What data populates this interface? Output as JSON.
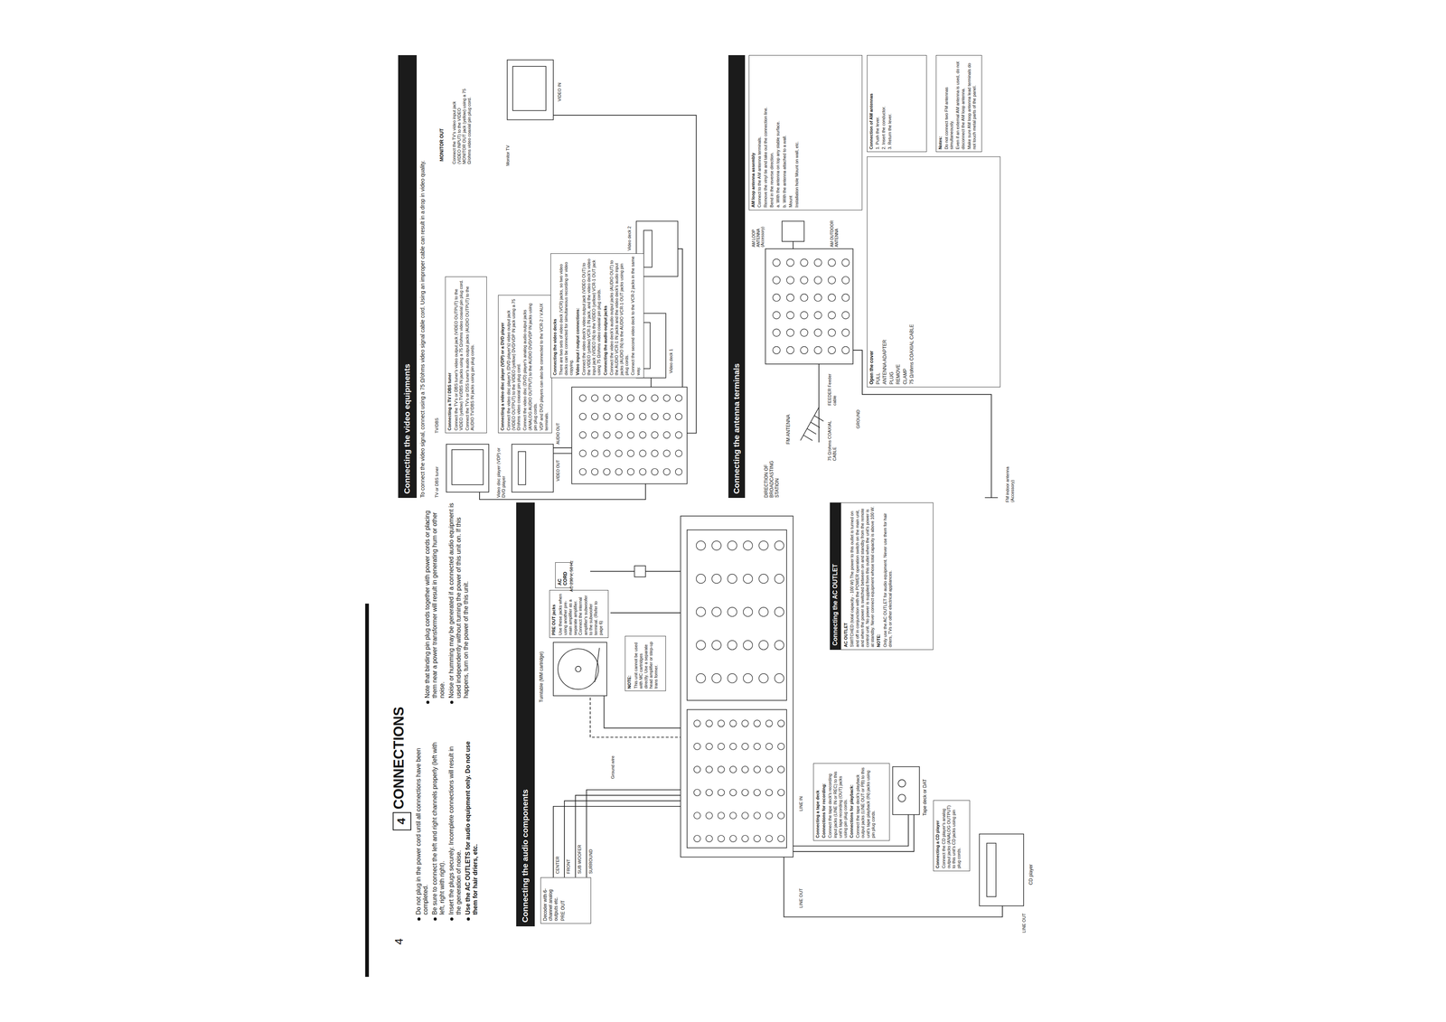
{
  "diagram": {
    "title": "CONNECTIONS",
    "nodes": [
      {
        "text": [
          "4"
        ]
      },
      {
        "text": [
          "Connecting the audio components"
        ]
      },
      {
        "text": [
          "Decoder with 6-channel analog outputs etc.",
          "PRE OUT"
        ]
      },
      {
        "text": [
          "NOTE:",
          "This unit cannot be used with MC cartridges directly. Use a separate head amplifier or step-up trans former."
        ]
      },
      {
        "text": [
          "PRE OUT jacks",
          "Use these jacks when using another pre-main amplifier as a separate amplifier. Connect the internal amplifier's subwoofer to the subwoofer terminal. (Refer to page 6)"
        ]
      },
      {
        "text": [
          "AC CORD"
        ]
      },
      {
        "text": [
          "AC OUTLET",
          "SWITCHED (total capacity - 100 W) The power to this outlet is turned on and off in conjunction with the POWER operation switch on the main unit, and when the power is switched between on and standby from the remote control unit. No power is supplied from this outlet when the unit's power is at standby. Never connect equipment whose total capacity is above 100 W.",
          "NOTE:",
          "Only use the AC OUTLET for audio equipment. Never use them for hair driers, TVs or other electrical appliances."
        ]
      },
      {
        "text": [
          "Connecting the AC OUTLET"
        ],
        "in": 6
      },
      {
        "text": [
          "Connecting a tape deck",
          "Connections for recording:",
          "Connect the tape deck's recording input jacks (LINE IN or REC) to this unit's tape recording (OUT) jacks using pin plug cords.",
          "Connections for playback:",
          "Connect the tape deck's playback output jacks (LINE OUT or PB) to this unit's tape playback (IN) jacks using pin plug cords."
        ]
      },
      {
        "text": [
          "Connecting a CD player",
          "Connect the CD player's analog output jacks (ANALOG OUTPUT) to this unit's CD jacks using pin plug cords."
        ]
      },
      {
        "text": [
          "Connecting the video equipments"
        ]
      },
      {
        "text": [
          "Connecting a TV / DBS tuner",
          "Connect the TV's or DBS tuner's video output jack (VIDEO OUTPUT) to the VIDEO (yellow) TV/DBS IN jacks using a 75 Ω/ohms video coaxial pin plug cord.",
          "Connect the TV's or DSS tuner's audio output jacks (AUDIO OUTPUT) to the AUDIO TV/DBS IN jacks using pin plug cords."
        ]
      },
      {
        "text": [
          "Connecting a video disc player (VDP) or a DVD player",
          "Connect the video disc player's (DVD player's) video output jack (VIDEO OUTPUT) to the VIDEO (yellow) DVD/VDP IN jack using a 75 Ω/ohms video coaxial pin plug cord.",
          "Connect the video disc (DVD) player's analog audio output jacks (ANALOG AUDIO OUTPUT) to the AUDIO DVD/VDP IN jacks using pin plug cords.",
          "VDP and DVD players can also be connected to the VCR-2 / V.AUX terminals."
        ]
      },
      {
        "text": [
          "Connecting the video decks",
          "There are two sets of video deck (VCR) jacks, so two video decks can be connected for simultaneous recording or video copying.",
          "Video input / output connections:",
          "Connect the video deck's video output jack (VIDEO OUT) to the VIDEO (yellow) VCR-1 IN jack, and the video deck's video input jack (VIDEO IN) to the VIDEO (yellow) VCR-1 OUT jack using 75 Ω/ohms video coaxial pin plug cords.",
          "Connecting the audio output jacks",
          "Connect the video deck's audio output jacks (AUDIO OUT) to the AUDIO VCR-1 IN jacks and the video deck's audio input jacks (AUDIO IN) to the AUDIO VCR-1 OUT jacks using pin plug cords.",
          "Connect the second video deck to the VCR-2 jacks in the same way."
        ]
      },
      {
        "text": [
          "Connecting the antenna terminals"
        ]
      },
      {
        "text": [
          "Open the cover",
          "PULL",
          "ANTENNA ADAPTER",
          "PLUG",
          "REMOVE",
          "CLAMP",
          "75 Ω/ohms COAXIAL CABLE"
        ]
      },
      {
        "text": [
          "AM loop antenna assembly",
          "Connect to the AM antenna terminals.",
          "Remove the vinyl tie and take out the connection line.",
          "Bend in the reverse direction.",
          "a. With the antenna on top any stable surface.",
          "b. With the antenna attached to a wall.",
          "Mount",
          "Installation hole Mount on wall, etc."
        ]
      },
      {
        "text": [
          "Connection of AM antennas",
          "1. Push the lever.",
          "2. Insert the conductor.",
          "3. Return the lever."
        ]
      },
      {
        "text": [
          "Notes:",
          "Do not connect two FM antennas simultaneously.",
          "Even if an external AM antenna is used, do not disconnect the AM loop antenna.",
          "Make sure AM loop antenna lead terminals do not touch metal parts of the panel."
        ]
      }
    ],
    "labels": [
      "Do not plug in the power cord until all connections have been completed.",
      "Be sure to connect the left and right channels properly (left with left, right with right).",
      "Insert the plugs securely. Incomplete connections will result in the generation of noise.",
      "Use the AC OUTLETS for audio equipment only. Do not use them for hair driers, etc.",
      "Note that binding pin plug cords together with power cords or placing them near a power transformer will result in generating hum or other noise.",
      "Noise or humming may be generated if a connected audio equipment is used independently without turning the power of this unit on. If this happens, turn on the power of the this unit.",
      "SURROUND",
      "SUB WOOFER",
      "FRONT",
      "CENTER",
      "Turntable (MM cartridge)",
      "Ground wire",
      "AC 230 V, 50 Hz",
      "LINE OUT",
      "LINE IN",
      "Tape deck or DAT",
      "CD player",
      "LINE OUT",
      "To connect the video signal, connect using a 75 Ω/ohms video signal cable cord. Using an improper cable can result in a drop in video quality.",
      "TV or DBS tuner",
      "TV/DBS",
      "Video disc player (VDP) or DVD player",
      "VIDEO OUT",
      "AUDIO OUT",
      "Video deck 1",
      "Video deck 2",
      "MONITOR OUT",
      "Connect the TV's video input jack (VIDEO INPUT) to the VIDEO MONITOR OUT jack (yellow) using a 75 Ω/ohms video coaxial pin plug cord.",
      "Monitor TV",
      "VIDEO IN",
      "DIRECTION OF BROADCASTING STATION",
      "FM ANTENNA",
      "75 Ω/ohms COAXIAL CABLE",
      "FEEDER Feeder cable",
      "GROUND",
      "AM LOOP ANTENNA (Accessory)",
      "AM OUTDOOR ANTENNA",
      "FM indoor antenna (Accessory)",
      "4"
    ]
  }
}
